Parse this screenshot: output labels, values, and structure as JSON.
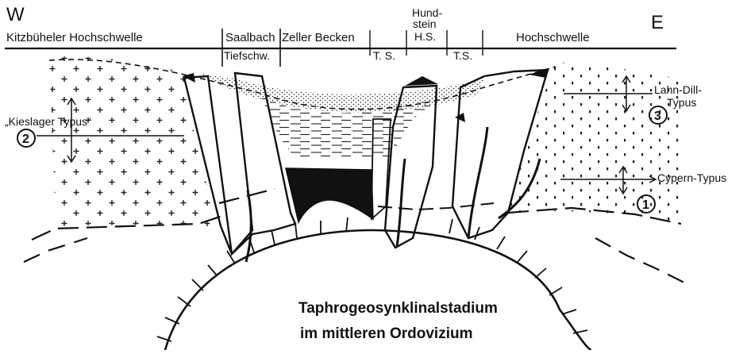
{
  "directions": {
    "west": "W",
    "east": "E"
  },
  "header": {
    "kitzbuehel": "Kitzbüheler Hochschwelle",
    "saalbach": "Saalbach",
    "tiefschwelle": "Tiefschw.",
    "zeller_becken": "Zeller Becken",
    "ts_left": "T. S.",
    "hundstein_line1": "Hund-",
    "hundstein_line2": "stein",
    "hundstein_line3": "H.S.",
    "ts_right": "T.S.",
    "hochschwelle": "Hochschwelle"
  },
  "labels": {
    "kieslager": "„Kieslager Typus“",
    "kieslager_num": "2",
    "lahn_dill_1": "Lahn-Dill-",
    "lahn_dill_2": "Typus",
    "lahn_dill_num": "3",
    "cypern": "Cypern-Typus",
    "cypern_num": "1"
  },
  "caption": {
    "line1": "Taphrogeosynklinalstadium",
    "line2": "im mittleren Ordovizium"
  }
}
